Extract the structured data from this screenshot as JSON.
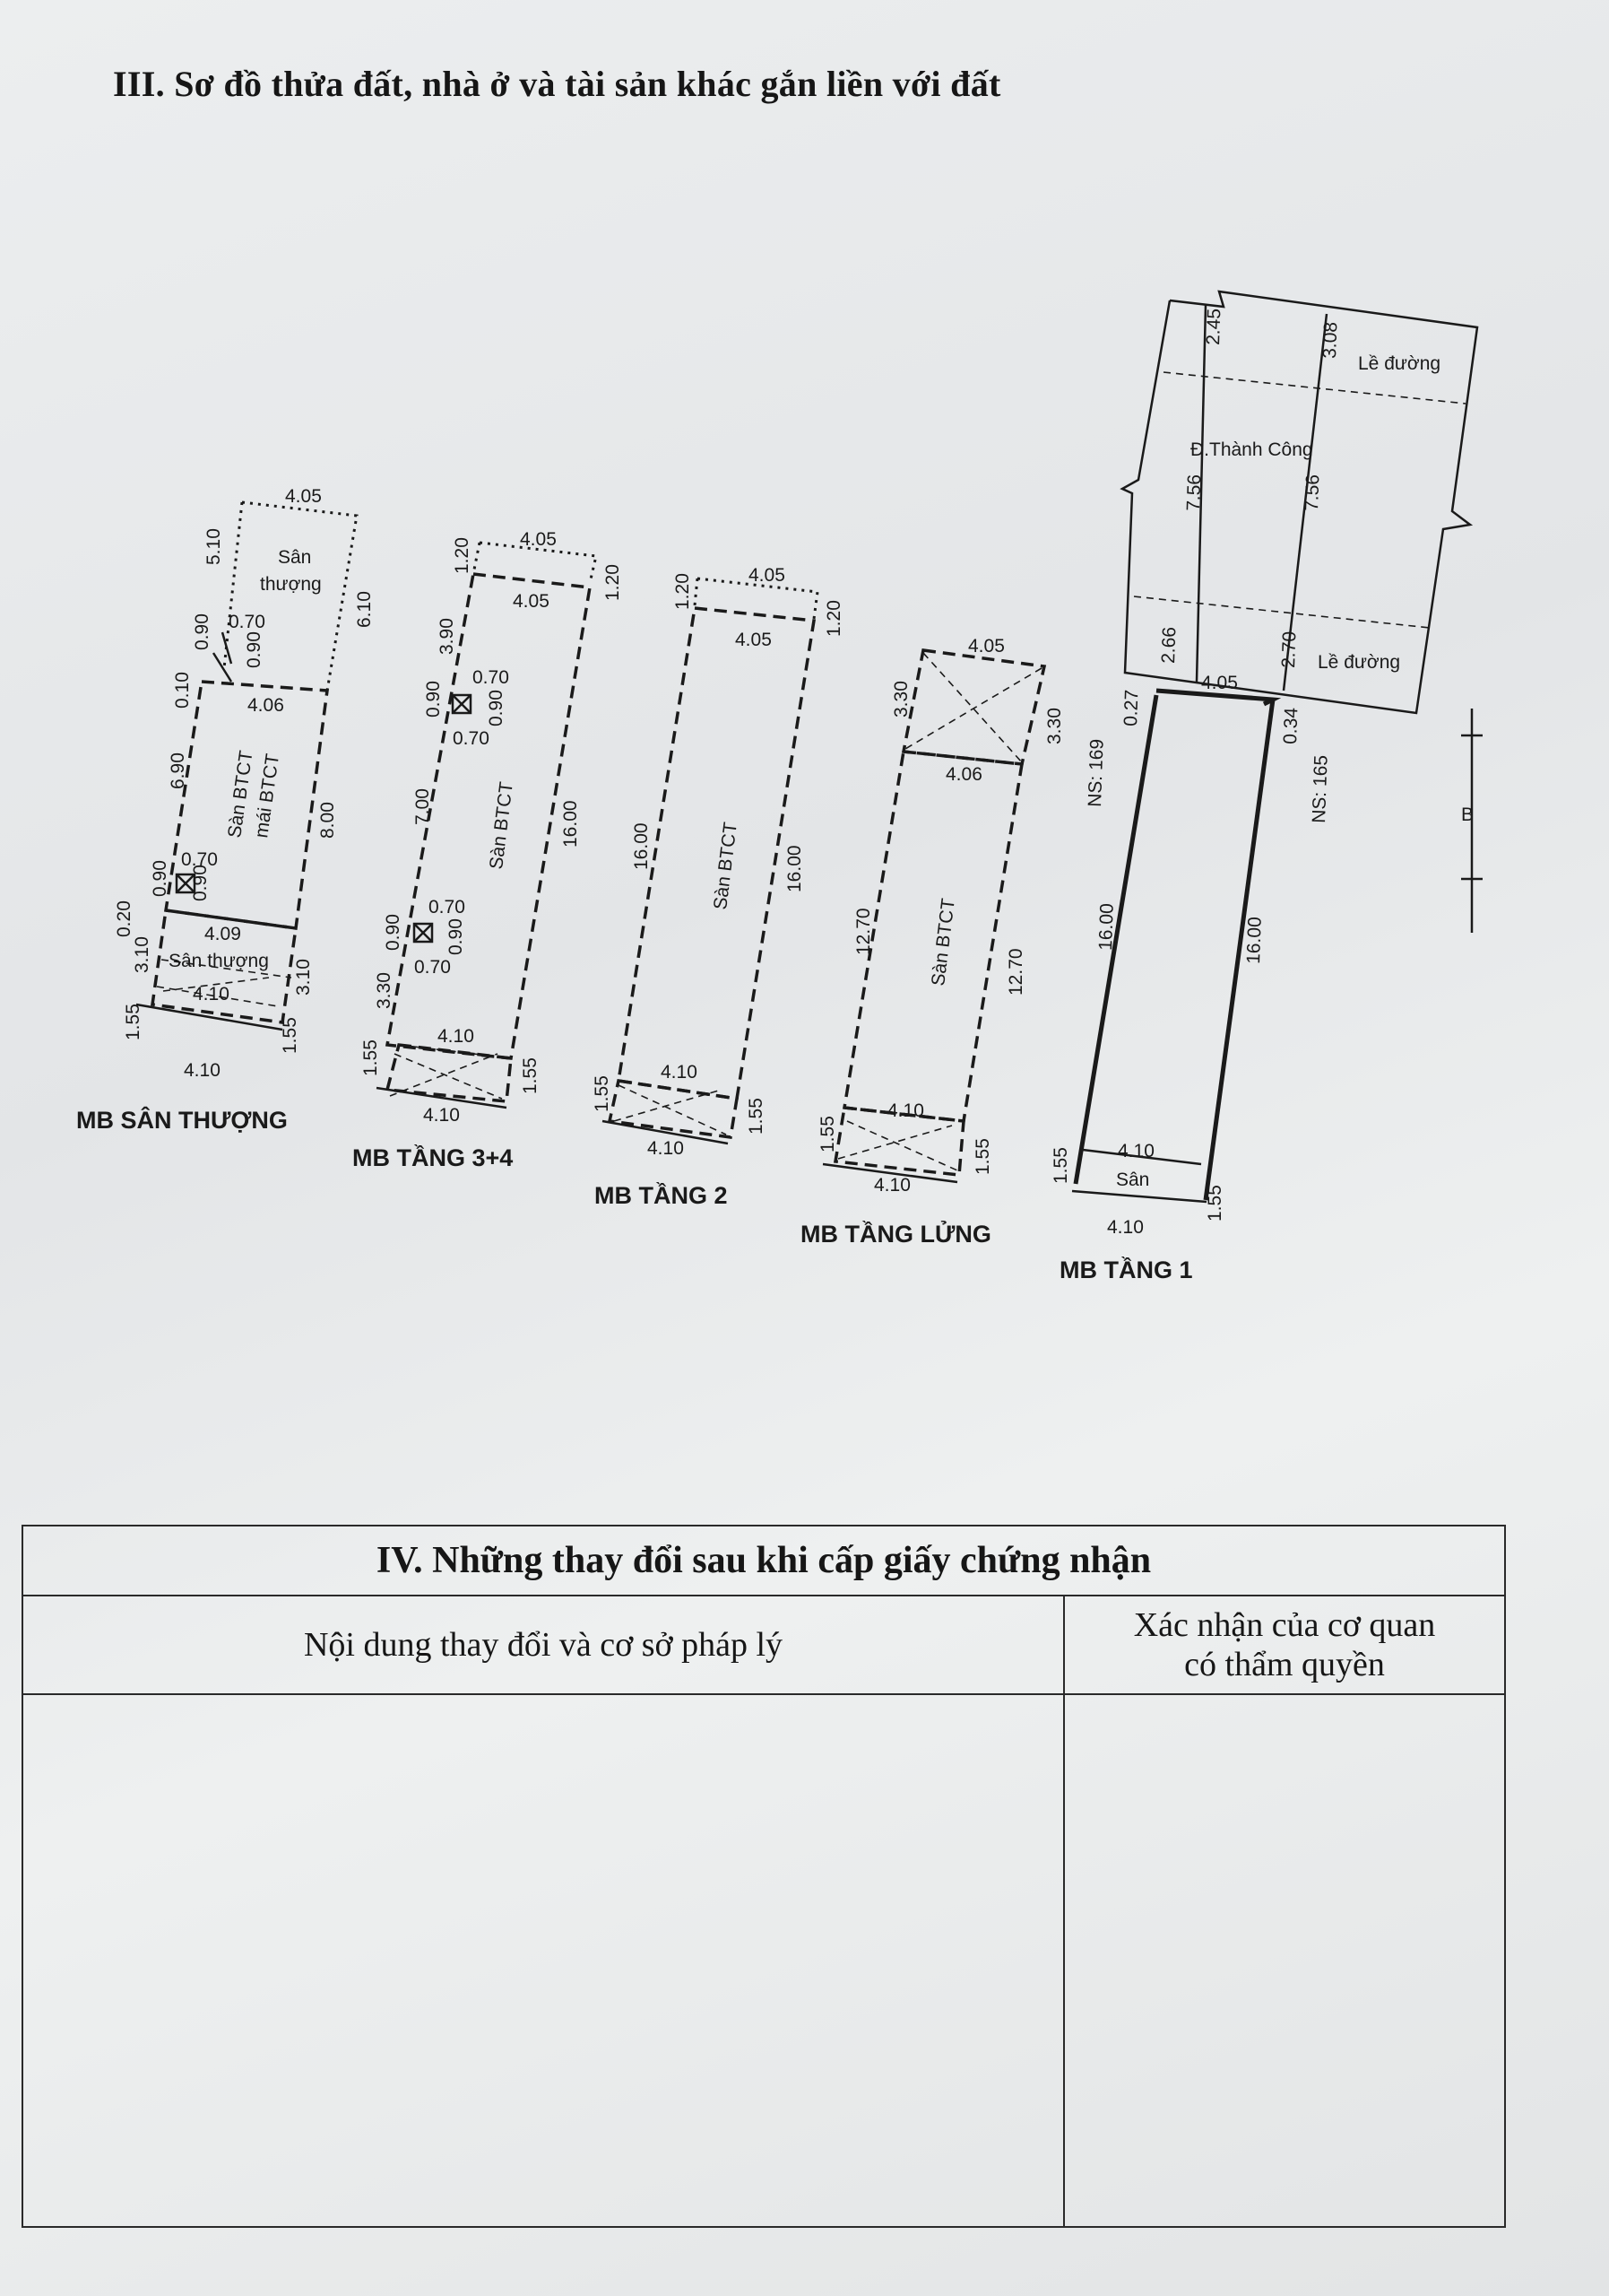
{
  "section3": {
    "title": "III. Sơ đồ thửa đất, nhà ở và tài sản khác gắn liền với đất"
  },
  "plans": {
    "san_thuong": {
      "caption": "MB SÂN THƯỢNG",
      "label1": "Sân",
      "label2": "thượng",
      "floor_label1": "Sàn BTCT",
      "floor_label2": "mái BTCT",
      "terrace": "Sân thượng",
      "d_top": "4.05",
      "d_510": "5.10",
      "d_610": "6.10",
      "d_070a": "0.70",
      "d_090a": "0.90",
      "d_090b": "0.90",
      "d_010": "0.10",
      "d_406": "4.06",
      "d_690": "6.90",
      "d_800": "8.00",
      "d_090c": "0.90",
      "d_070b": "0.70",
      "d_090d": "0.90",
      "d_020": "0.20",
      "d_409": "4.09",
      "d_310a": "3.10",
      "d_310b": "3.10",
      "d_410a": "4.10",
      "d_155a": "1.55",
      "d_155b": "1.55",
      "d_410b": "4.10"
    },
    "tang34": {
      "caption": "MB TẦNG 3+4",
      "floor_label": "Sàn BTCT",
      "d_top": "4.05",
      "d_120a": "1.20",
      "d_120b": "1.20",
      "d_405": "4.05",
      "d_390": "3.90",
      "d_090a": "0.90",
      "d_070a": "0.70",
      "d_090b": "0.90",
      "d_070b": "0.70",
      "d_700": "7.00",
      "d_1600": "16.00",
      "d_090c": "0.90",
      "d_070c": "0.70",
      "d_090d": "0.90",
      "d_070d": "0.70",
      "d_330": "3.30",
      "d_410a": "4.10",
      "d_155a": "1.55",
      "d_155b": "1.55",
      "d_410b": "4.10"
    },
    "tang2": {
      "caption": "MB TẦNG 2",
      "floor_label": "Sàn BTCT",
      "d_top": "4.05",
      "d_120a": "1.20",
      "d_120b": "1.20",
      "d_405": "4.05",
      "d_1600a": "16.00",
      "d_1600b": "16.00",
      "d_410a": "4.10",
      "d_155a": "1.55",
      "d_155b": "1.55",
      "d_410b": "4.10"
    },
    "tang_lung": {
      "caption": "MB TẦNG LỬNG",
      "floor_label": "Sàn BTCT",
      "d_top": "4.05",
      "d_330a": "3.30",
      "d_330b": "3.30",
      "d_406": "4.06",
      "d_1270a": "12.70",
      "d_1270b": "12.70",
      "d_410a": "4.10",
      "d_155a": "1.55",
      "d_155b": "1.55",
      "d_410b": "4.10"
    },
    "tang1": {
      "caption": "MB TẦNG 1",
      "road": "Đ.Thành Công",
      "sidewalk_top": "Lề đường",
      "sidewalk_bottom": "Lề đường",
      "ns_left": "NS: 169",
      "ns_right": "NS: 165",
      "yard": "Sân",
      "d_245": "2.45",
      "d_308": "3.08",
      "d_756a": "7.56",
      "d_756b": "7.56",
      "d_266": "2.66",
      "d_270": "2.70",
      "d_027": "0.27",
      "d_405": "4.05",
      "d_034": "0.34",
      "d_1600a": "16.00",
      "d_1600b": "16.00",
      "d_410a": "4.10",
      "d_155a": "1.55",
      "d_155b": "1.55",
      "d_410b": "4.10"
    }
  },
  "section4": {
    "title": "IV. Những thay đổi sau khi cấp giấy chứng nhận",
    "col1": "Nội dung thay đổi và cơ sở pháp lý",
    "col2_line1": "Xác nhận của cơ quan",
    "col2_line2": "có thẩm quyền"
  },
  "north_arrow": {
    "letter": "B"
  }
}
